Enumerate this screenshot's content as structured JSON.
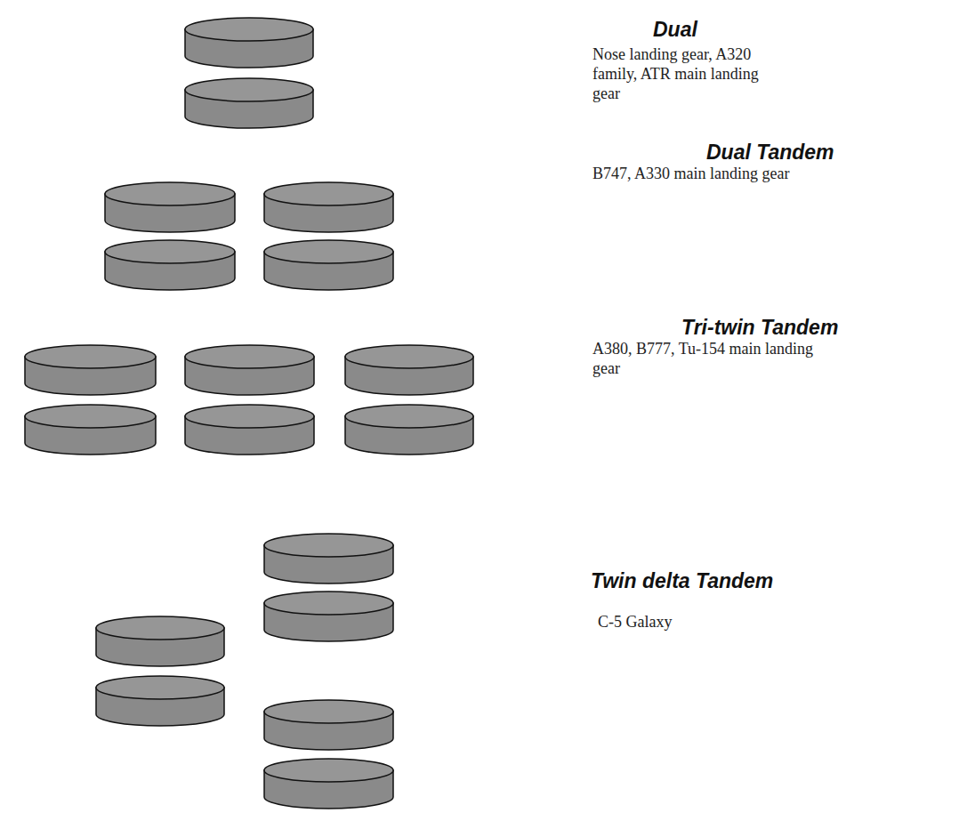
{
  "diagram": {
    "labels": [
      "Dual",
      "Nose landing gear, A320 family, ATR main landing gear",
      "Dual Tandem",
      "B747, A330 main landing gear",
      "Tri-twin Tandem",
      "A380, B777, Tu-154 main landing gear",
      "Twin delta Tandem",
      "C-5 Galaxy"
    ]
  }
}
